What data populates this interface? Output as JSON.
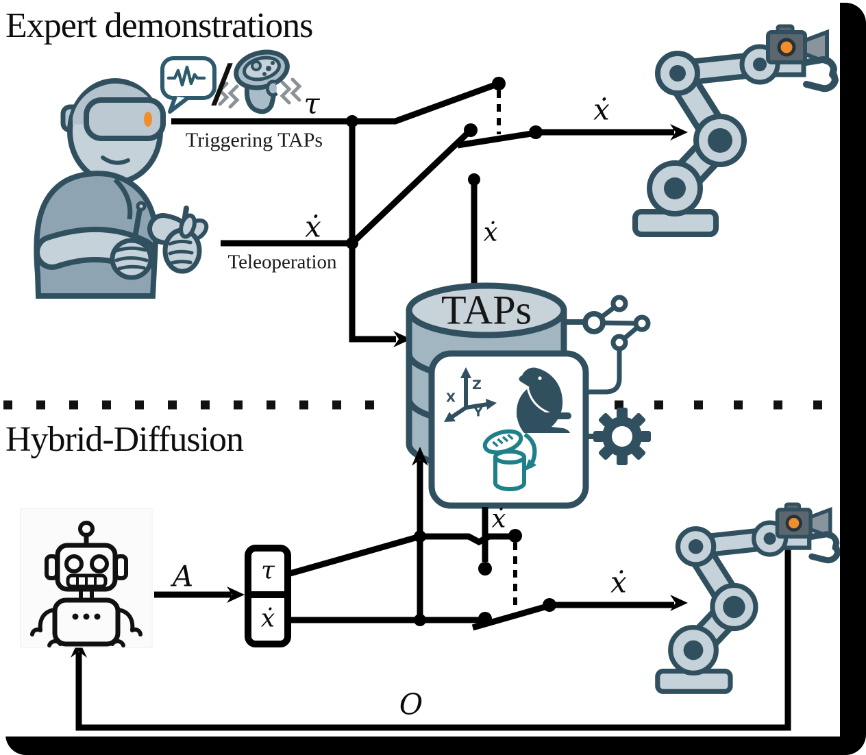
{
  "figure": {
    "type": "method-overview-diagram",
    "divider_style": "dotted"
  },
  "sections": {
    "expert": {
      "title": "Expert demonstrations",
      "user_icon": "vr-user-with-controllers",
      "modality_icons": [
        "speech-waveform-bubble-icon",
        "vr-controller-vibrating-icon"
      ],
      "modality_separator": "/",
      "tau_label": "τ",
      "tau_caption": "Triggering TAPs",
      "xdot_label": "ẋ",
      "xdot_caption": "Teleoperation",
      "db_record_label": "ẋ",
      "robot_input_label": "ẋ",
      "robot_icon": "robot-arm-with-camera"
    },
    "hybrid": {
      "title": "Hybrid-Diffusion",
      "policy_icon": "robot-head-icon",
      "action_label": "A",
      "observation_label": "O",
      "action_box": {
        "tau": "τ",
        "xdot": "ẋ"
      },
      "db_output_label": "ẋ",
      "robot_input_label": "ẋ",
      "robot_icon": "robot-arm-with-camera"
    }
  },
  "database": {
    "title": "TAPs",
    "content_icons": [
      "frame-axes-icon",
      "falcon-icon",
      "container-stirring-icon"
    ],
    "side_icons": [
      "share-network-icon",
      "gear-icon"
    ],
    "frame_axes": {
      "x": "X",
      "y": "Y",
      "z": "Z"
    }
  },
  "colors": {
    "outline": "#31505f",
    "fill_light": "#c6d2d9",
    "fill_mid": "#8fa4b2",
    "headset": "#bcc9d2",
    "accent_orange": "#ef8e2e",
    "teal": "#1f8089",
    "line": "#000000",
    "camera_gray": "#5b666f",
    "funnel_gray": "#8a949c"
  }
}
